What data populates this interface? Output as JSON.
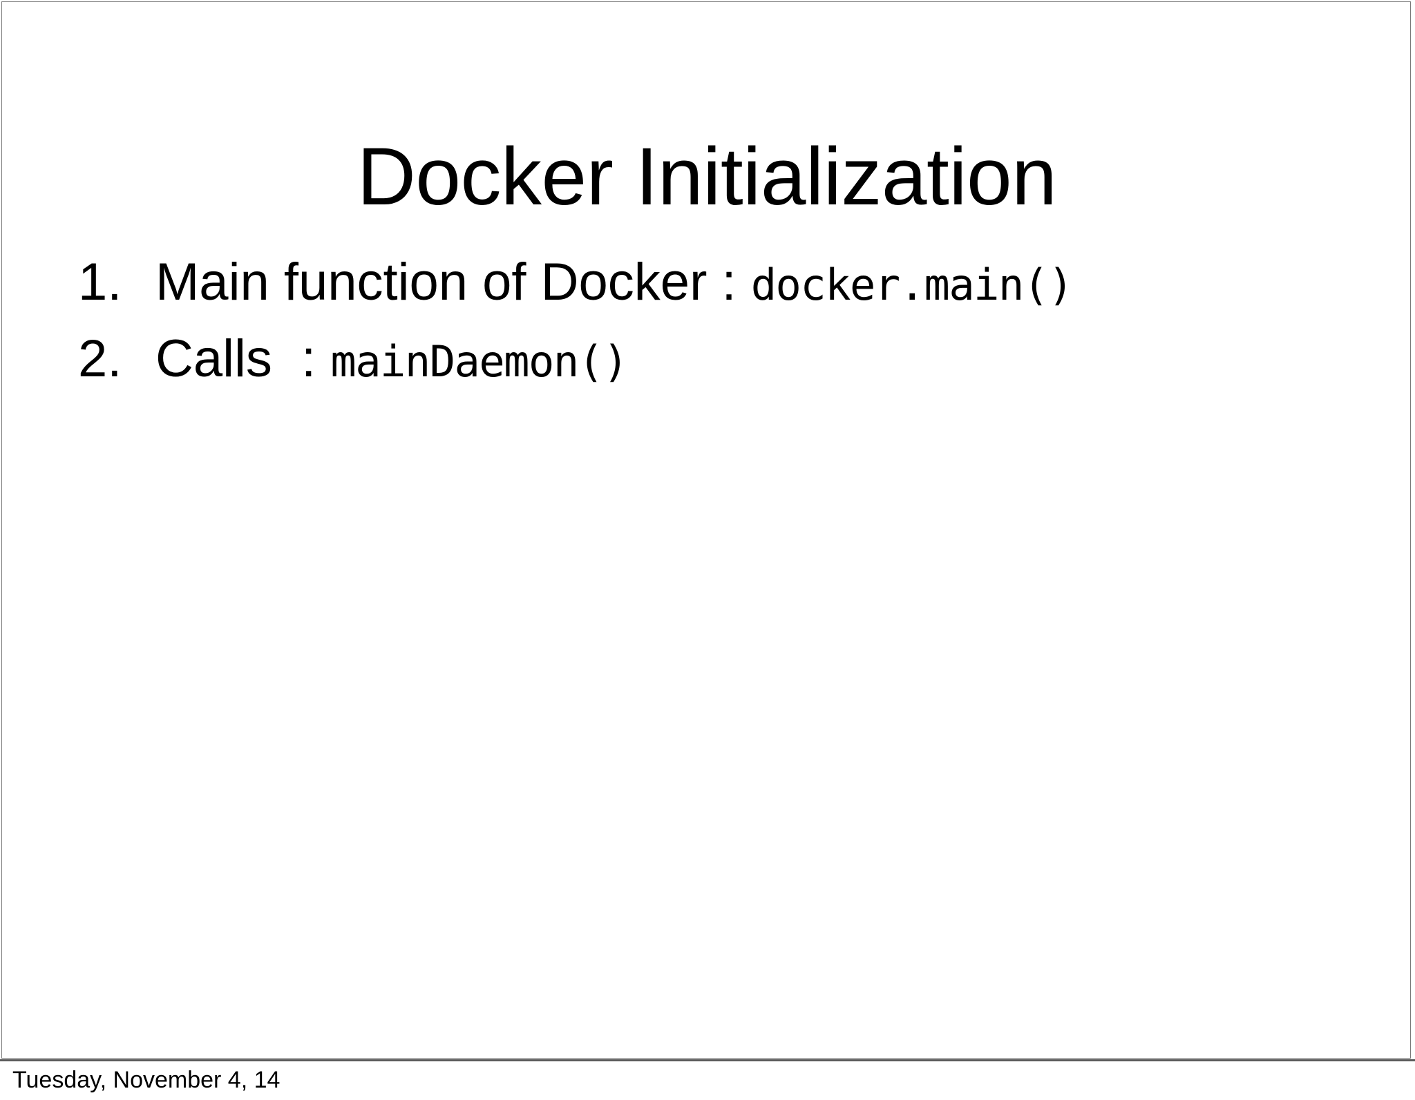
{
  "slide": {
    "title": "Docker Initialization",
    "border_color": "#7a7a7a",
    "background_color": "#ffffff",
    "text_color": "#000000"
  },
  "body": {
    "items": [
      {
        "marker": "1.",
        "text": "Main function of Docker : ",
        "code": "docker.main()"
      },
      {
        "marker": "2.",
        "text": "Calls  : ",
        "code": "mainDaemon()"
      }
    ]
  },
  "footer": {
    "date": "Tuesday, November 4, 14"
  }
}
